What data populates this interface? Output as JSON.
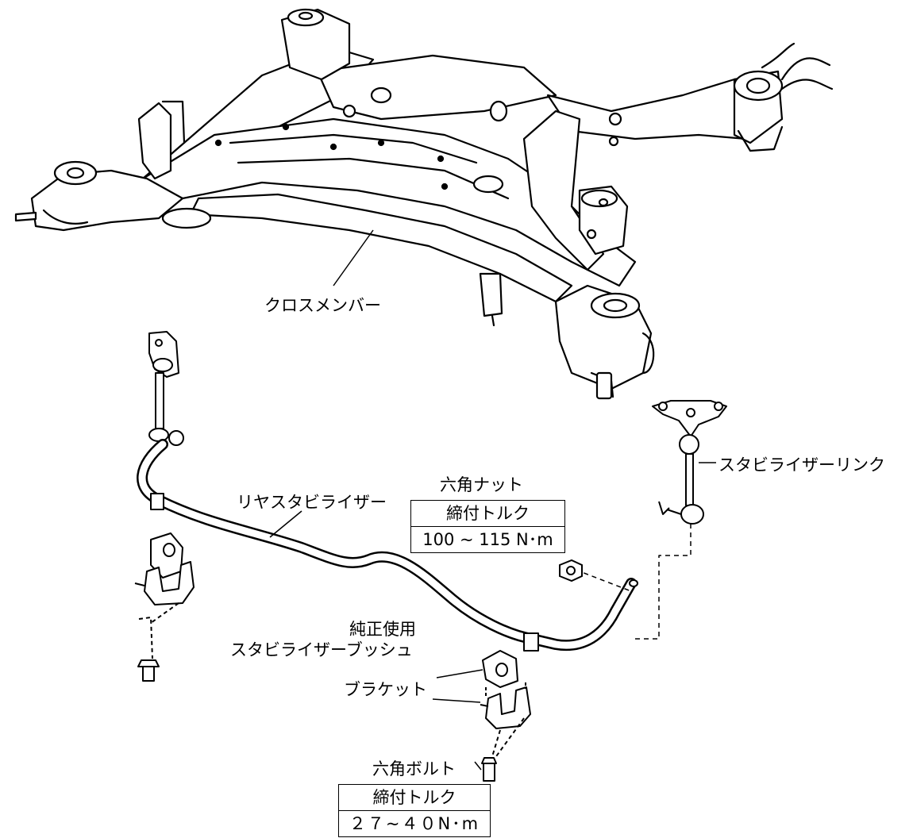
{
  "labels": {
    "crossmember": "クロスメンバー",
    "rear_stabilizer": "リヤスタビライザー",
    "stabilizer_link": "スタビライザーリンク",
    "hex_nut": "六角ナット",
    "genuine_use": "純正使用",
    "stabilizer_bush": "スタビライザーブッシュ",
    "bracket": "ブラケット",
    "hex_bolt": "六角ボルト"
  },
  "torque_nut": {
    "header": "締付トルク",
    "value": "100 ~ 115 N･m"
  },
  "torque_bolt": {
    "header": "締付トルク",
    "value": "２７~４０N･m"
  }
}
